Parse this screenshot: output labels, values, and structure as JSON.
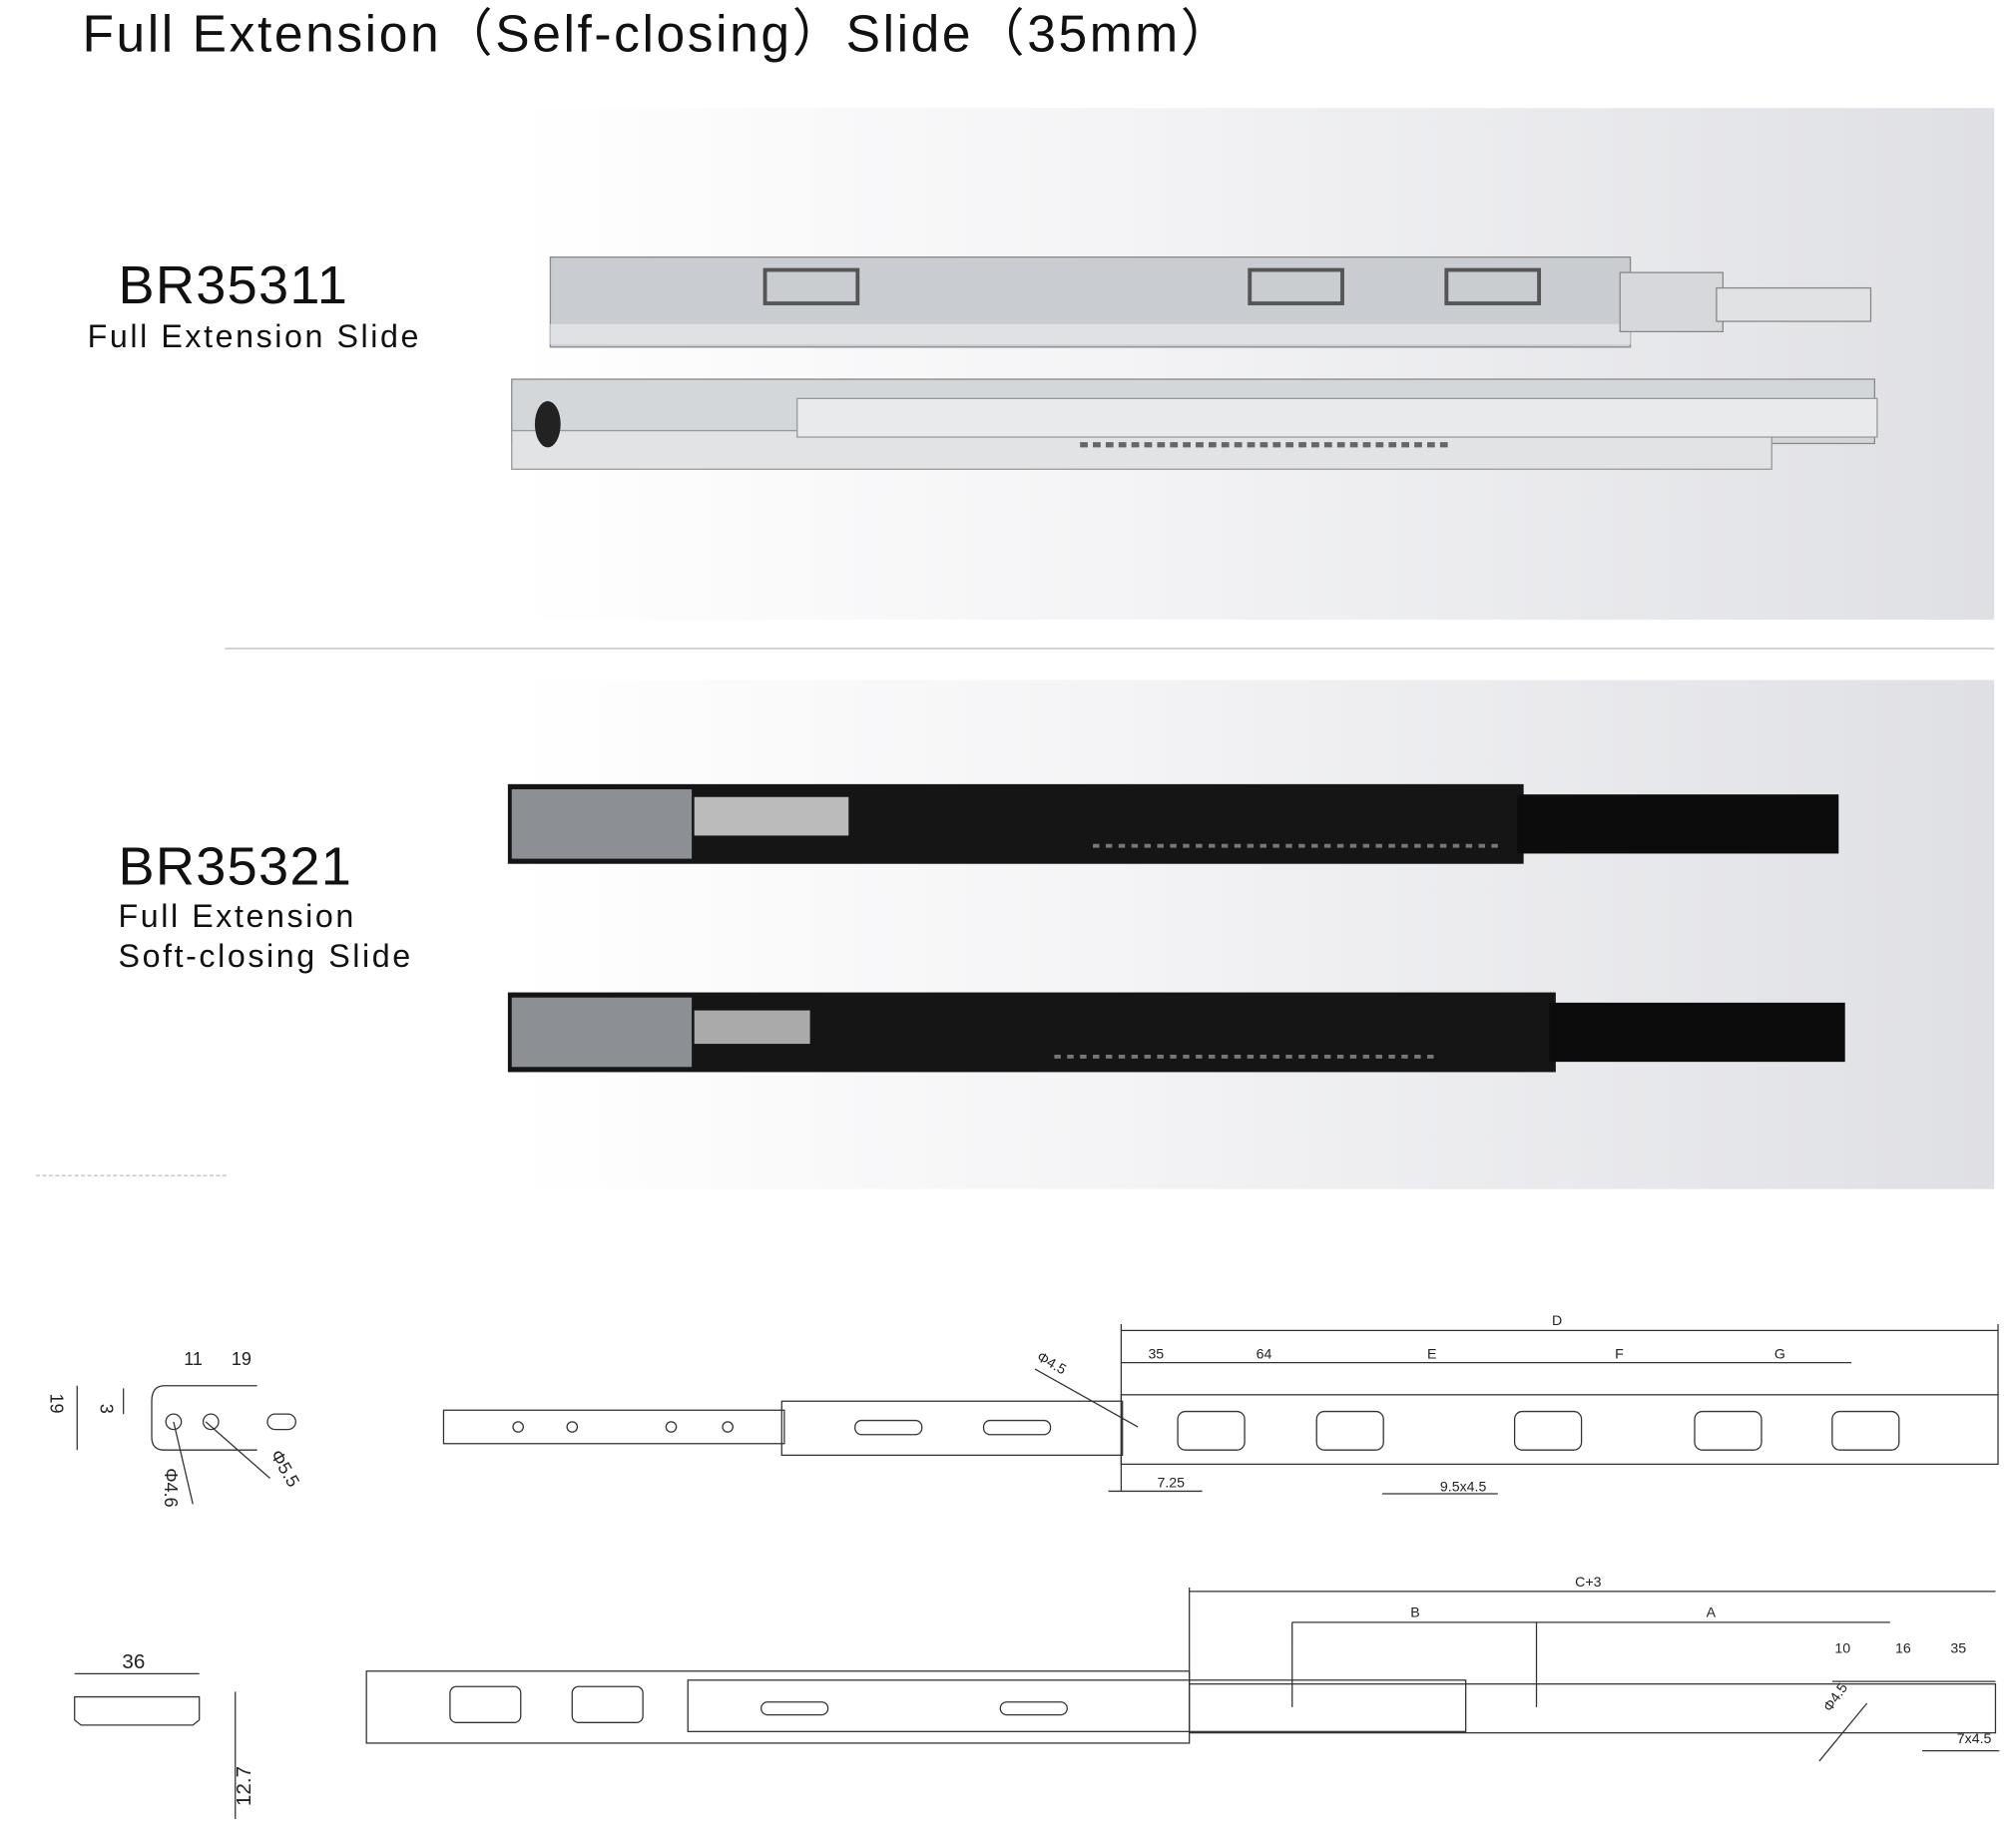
{
  "title": "Full Extension（Self-closing）Slide（35mm）",
  "products": [
    {
      "model": "BR35311",
      "desc": [
        "Full Extension Slide"
      ]
    },
    {
      "model": "BR35321",
      "desc": [
        "Full Extension",
        "Soft-closing Slide"
      ]
    }
  ],
  "drawing": {
    "profile_top": {
      "w1": "11",
      "w2": "19",
      "h": "19",
      "h2": "3",
      "d1": "Φ4.6",
      "d2": "Φ5.5"
    },
    "top": {
      "hole": "Φ4.5",
      "D": "D",
      "d35": "35",
      "d64": "64",
      "E": "E",
      "F": "F",
      "G": "G",
      "off": "7.25",
      "slot": "9.5x4.5"
    },
    "profile_bottom": {
      "w": "36",
      "h": "12.7"
    },
    "bottom": {
      "C": "C+3",
      "B": "B",
      "A": "A",
      "d10": "10",
      "d16": "16",
      "d35": "35",
      "hole": "Φ4.5",
      "slot": "7x4.5"
    }
  }
}
